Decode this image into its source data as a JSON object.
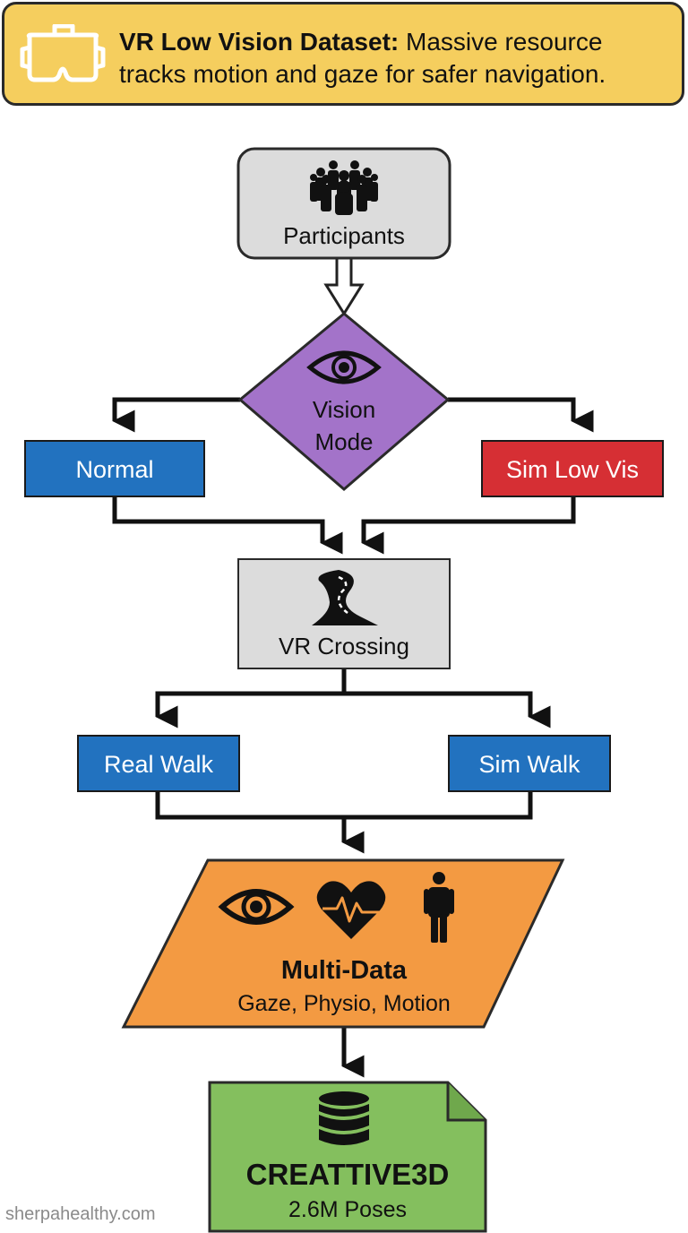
{
  "banner": {
    "title": "VR Low Vision Dataset:",
    "text": "Massive resource tracks motion and gaze for safer navigation.",
    "icon": "vr-headset-icon"
  },
  "nodes": {
    "participants": {
      "label": "Participants",
      "icon": "people-group-icon"
    },
    "vision_mode": {
      "line1": "Vision",
      "line2": "Mode",
      "icon": "eye-icon"
    },
    "normal": {
      "label": "Normal"
    },
    "sim_low_vis": {
      "label": "Sim Low Vis"
    },
    "vr_crossing": {
      "label": "VR Crossing",
      "icon": "road-icon"
    },
    "real_walk": {
      "label": "Real Walk"
    },
    "sim_walk": {
      "label": "Sim Walk"
    },
    "multi_data": {
      "title": "Multi-Data",
      "subtitle": "Gaze, Physio, Motion",
      "icons": [
        "eye-icon",
        "heart-rate-icon",
        "person-icon"
      ]
    },
    "creattive3d": {
      "title": "CREATTIVE3D",
      "subtitle": "2.6M Poses",
      "icon": "database-icon"
    }
  },
  "colors": {
    "banner": "#f5ce5e",
    "gray_box": "#dcdcdc",
    "diamond": "#a373c9",
    "blue": "#2272bf",
    "red": "#d62f34",
    "orange": "#f39a42",
    "green": "#84bf5e"
  },
  "watermark": "sherpahealthy.com"
}
